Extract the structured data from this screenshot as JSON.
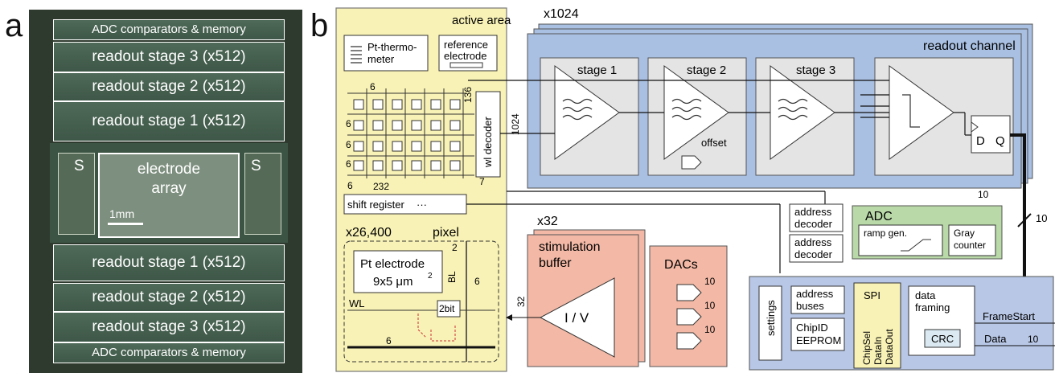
{
  "panel_a": {
    "letter": "a",
    "blocks": [
      "ADC comparators & memory",
      "readout stage 3 (x512)",
      "readout stage 2 (x512)",
      "readout stage 1 (x512)",
      "readout stage 1 (x512)",
      "readout stage 2 (x512)",
      "readout stage 3 (x512)",
      "ADC comparators & memory"
    ],
    "electrode_array": [
      "electrode",
      "array"
    ],
    "scale_bar": "1mm",
    "side_labels": [
      "S",
      "S"
    ]
  },
  "panel_b": {
    "letter": "b",
    "active_area": "active area",
    "pt_thermometer": [
      "Pt-thermo-",
      "meter"
    ],
    "reference_electrode": [
      "reference",
      "electrode"
    ],
    "wl_decoder": "wl decoder",
    "bus_136": "136",
    "bus_1024": "1024",
    "bus_7": "7",
    "bus_232": "232",
    "grid_6": "6",
    "shift_register": "shift register",
    "x26400": "x26,400",
    "pixel": "pixel",
    "pt_electrode": "Pt electrode",
    "pt_size": "9x5 μm",
    "pt_size_exp": "2",
    "bl": "BL",
    "wl": "WL",
    "bit2": "2bit",
    "pix_2": "2",
    "pix_6a": "6",
    "pix_6b": "6",
    "x1024": "x1024",
    "readout_channel": "readout channel",
    "stage1": "stage 1",
    "stage2": "stage 2",
    "stage3": "stage 3",
    "offset": "offset",
    "dq_d": "D",
    "dq_q": "Q",
    "address_decoder_1": [
      "address",
      "decoder"
    ],
    "address_decoder_2": [
      "address",
      "decoder"
    ],
    "adc": "ADC",
    "ramp_gen": "ramp gen.",
    "gray_counter": [
      "Gray",
      "counter"
    ],
    "bus_10_adc": "10",
    "bus_10_out": "10",
    "x32": "x32",
    "stimulation_buffer": [
      "stimulation",
      "buffer"
    ],
    "iv": "I / V",
    "bus_32": "32",
    "dacs": "DACs",
    "dac_10a": "10",
    "dac_10b": "10",
    "dac_10c": "10",
    "settings": "settings",
    "address_buses": [
      "address",
      "buses"
    ],
    "chipid": [
      "ChipID",
      "EEPROM"
    ],
    "spi": "SPI",
    "spi_pins": [
      "ChipSel",
      "DataIn",
      "DataOut"
    ],
    "data_framing": [
      "data",
      "framing"
    ],
    "crc": "CRC",
    "framestart": "FrameStart",
    "data": "Data",
    "data_10": "10"
  },
  "colors": {
    "active_area": "#f8f2b6",
    "readout": "#a9c0e2",
    "stage_box": "#e4e4e4",
    "adc": "#b9d9a8",
    "stim": "#f3b9a6",
    "bottom_block": "#b8c7e6",
    "spi": "#f8f2b6"
  }
}
